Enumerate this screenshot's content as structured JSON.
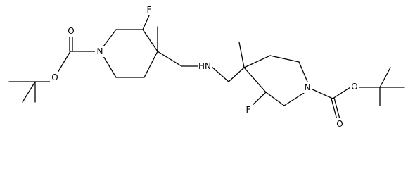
{
  "atoms": {
    "ring1_F": "F",
    "ring1_N": "N",
    "carbamate1_O_carbonyl": "O",
    "carbamate1_O_ester": "O",
    "amine_NH": "HN",
    "ring2_F": "F",
    "ring2_N": "N",
    "carbamate2_O_carbonyl": "O",
    "carbamate2_O_ester": "O"
  },
  "colors": {
    "bond": "#000000",
    "label": "#000000",
    "background": "#ffffff"
  }
}
